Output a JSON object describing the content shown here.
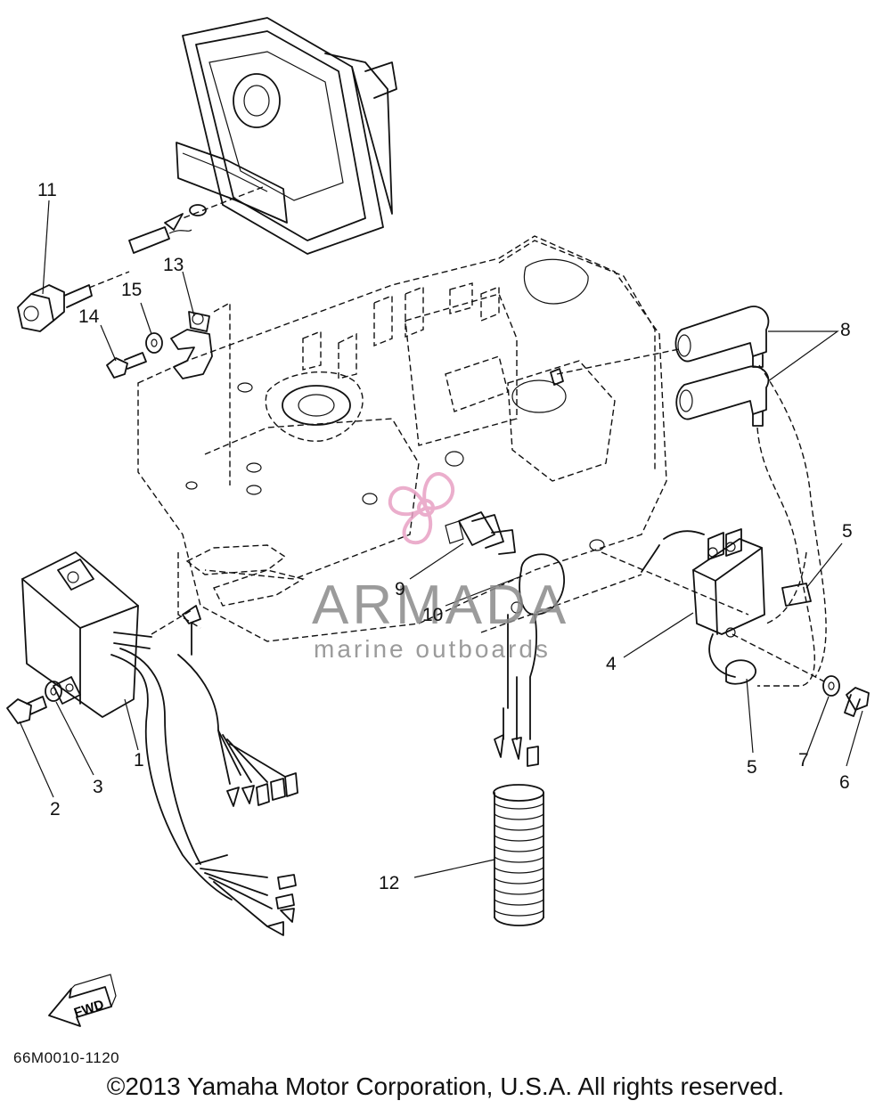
{
  "diagram_code": "66M0010-1120",
  "copyright": "©2013 Yamaha Motor Corporation, U.S.A. All rights reserved.",
  "watermark": {
    "brand": "ARMADA",
    "tagline": "marine outboards",
    "brand_color": "#8a8a8a",
    "logo_color": "#e8a0c4"
  },
  "fwd_label": "FWD",
  "callouts": {
    "c1": "1",
    "c2": "2",
    "c3": "3",
    "c4": "4",
    "c5a": "5",
    "c5b": "5",
    "c6": "6",
    "c7": "7",
    "c8": "8",
    "c9": "9",
    "c10": "10",
    "c11": "11",
    "c12": "12",
    "c13": "13",
    "c14": "14",
    "c15": "15"
  }
}
